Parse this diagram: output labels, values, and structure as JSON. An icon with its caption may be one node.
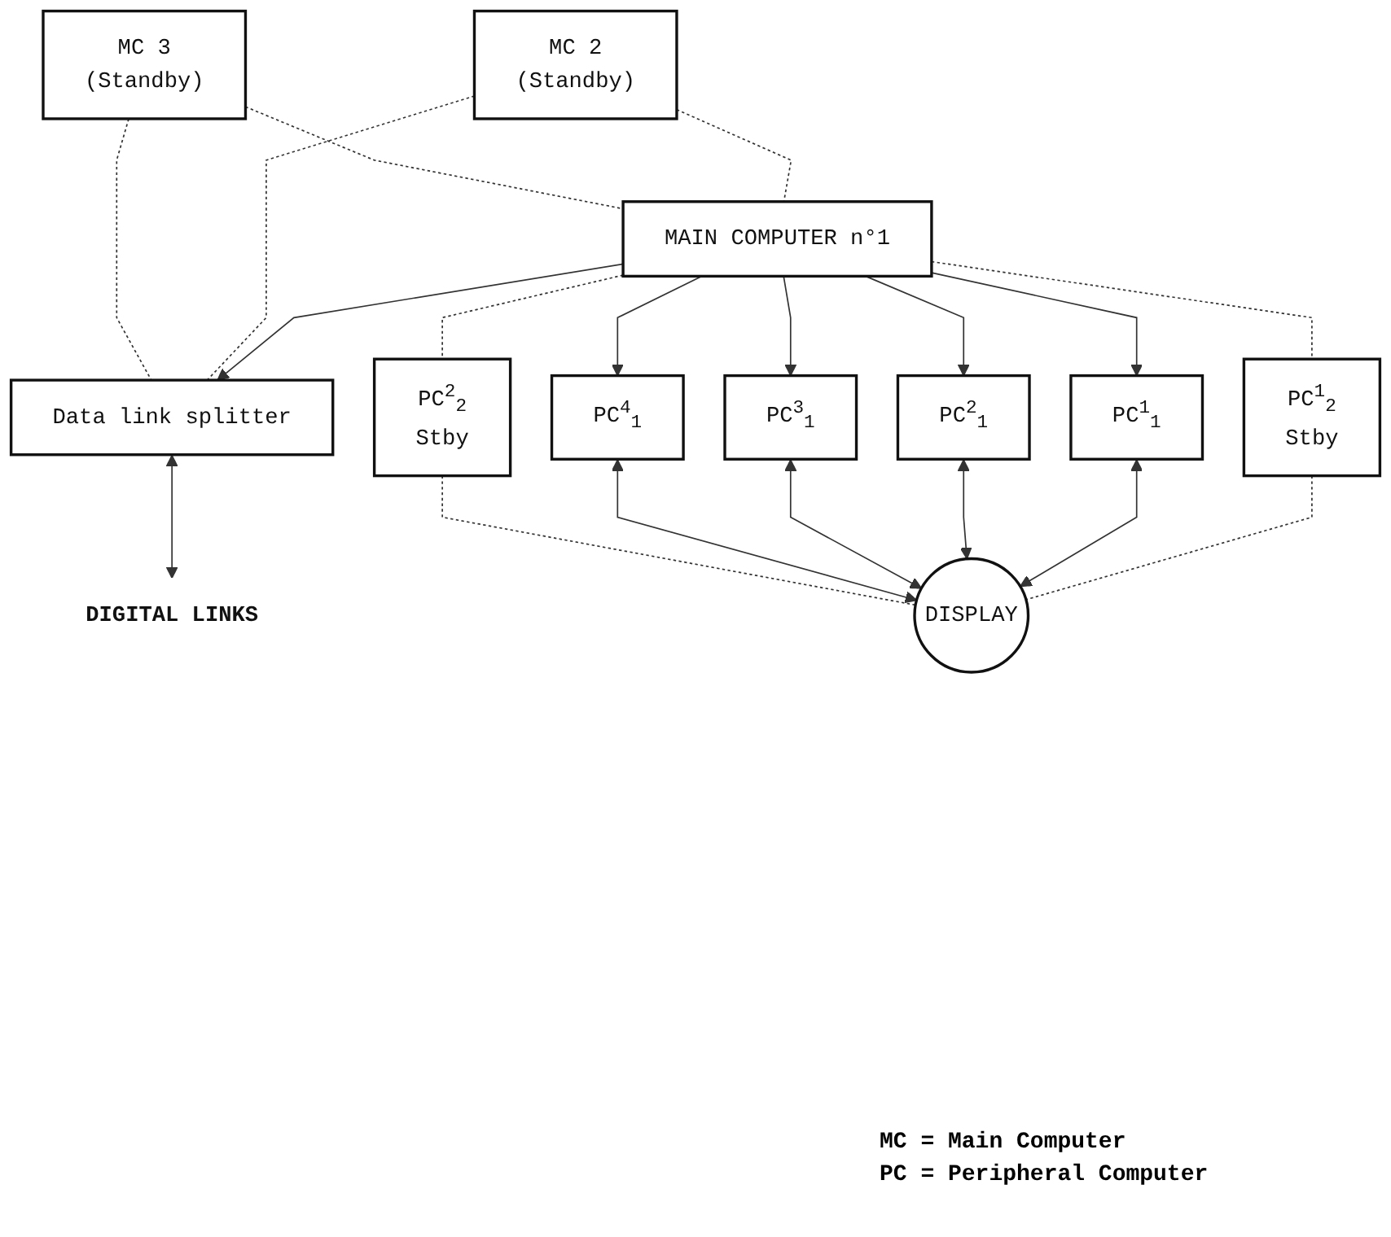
{
  "diagram": {
    "nodes": [
      {
        "text": [
          "DIGITAL LINKS"
        ]
      },
      {
        "text": [
          "Data link splitter"
        ]
      },
      {
        "text": [
          "MC 2",
          "(Standby)"
        ]
      },
      {
        "text": [
          "MAIN COMPUTER n°1"
        ]
      },
      {
        "text": [
          "MC 3",
          "(Standby)"
        ]
      },
      {
        "text": [
          "PC$^{1}$$_{2}$",
          "Stby"
        ]
      },
      {
        "text": [
          "PC$^{1}$$_{1}$"
        ]
      },
      {
        "text": [
          "PC$^{2}$$_{1}$"
        ]
      },
      {
        "text": [
          "PC$^{3}$$_{1}$"
        ]
      },
      {
        "text": [
          "PC$^{4}$$_{1}$"
        ]
      },
      {
        "text": [
          "PC$^{2}$$_{2}$",
          "Stby"
        ]
      },
      {
        "text": [
          "DISPLAY"
        ]
      }
    ],
    "edges": [
      {
        "from": 1,
        "to": 0,
        "arrow": "both"
      },
      {
        "from": 3,
        "to": 1,
        "arrow": "to"
      },
      {
        "from": 2,
        "to": 1,
        "arrow": "none",
        "style": "dashed"
      },
      {
        "from": 4,
        "to": 1,
        "arrow": "none",
        "style": "dashed"
      },
      {
        "from": 2,
        "to": 3,
        "arrow": "none",
        "style": "dashed"
      },
      {
        "from": 4,
        "to": 3,
        "arrow": "none",
        "style": "dashed"
      },
      {
        "from": 3,
        "to": 5,
        "arrow": "none",
        "style": "dashed"
      },
      {
        "from": 3,
        "to": 6,
        "arrow": "to"
      },
      {
        "from": 3,
        "to": 7,
        "arrow": "to"
      },
      {
        "from": 3,
        "to": 8,
        "arrow": "to"
      },
      {
        "from": 3,
        "to": 9,
        "arrow": "to"
      },
      {
        "from": 3,
        "to": 10,
        "arrow": "none",
        "style": "dashed"
      },
      {
        "from": 5,
        "to": 11,
        "arrow": "none",
        "style": "dashed"
      },
      {
        "from": 6,
        "to": 11,
        "arrow": "both"
      },
      {
        "from": 7,
        "to": 11,
        "arrow": "both"
      },
      {
        "from": 8,
        "to": 11,
        "arrow": "both"
      },
      {
        "from": 9,
        "to": 11,
        "arrow": "both"
      },
      {
        "from": 10,
        "to": 11,
        "arrow": "none",
        "style": "dashed"
      }
    ],
    "labels": [
      "MC = Main Computer",
      "PC = Peripheral Computer"
    ]
  }
}
